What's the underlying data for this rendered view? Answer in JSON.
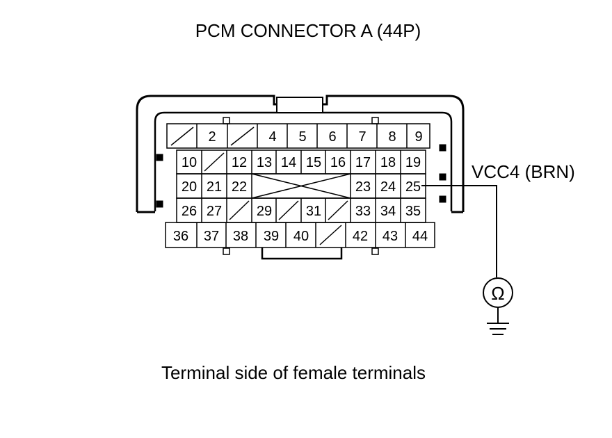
{
  "title": "PCM CONNECTOR A (44P)",
  "caption": "Terminal side of female terminals",
  "probe_label": "VCC4 (BRN)",
  "meter_symbol": "Ω",
  "connector": {
    "row1": [
      "",
      "2",
      "",
      "4",
      "5",
      "6",
      "7",
      "8",
      "9"
    ],
    "row2": [
      "10",
      "",
      "12",
      "13",
      "14",
      "15",
      "16",
      "17",
      "18",
      "19"
    ],
    "row3": [
      "20",
      "21",
      "22",
      "",
      "23",
      "24",
      "25"
    ],
    "row4": [
      "26",
      "27",
      "",
      "29",
      "",
      "31",
      "",
      "33",
      "34",
      "35"
    ],
    "row5": [
      "36",
      "37",
      "38",
      "39",
      "40",
      "",
      "42",
      "43",
      "44"
    ]
  }
}
